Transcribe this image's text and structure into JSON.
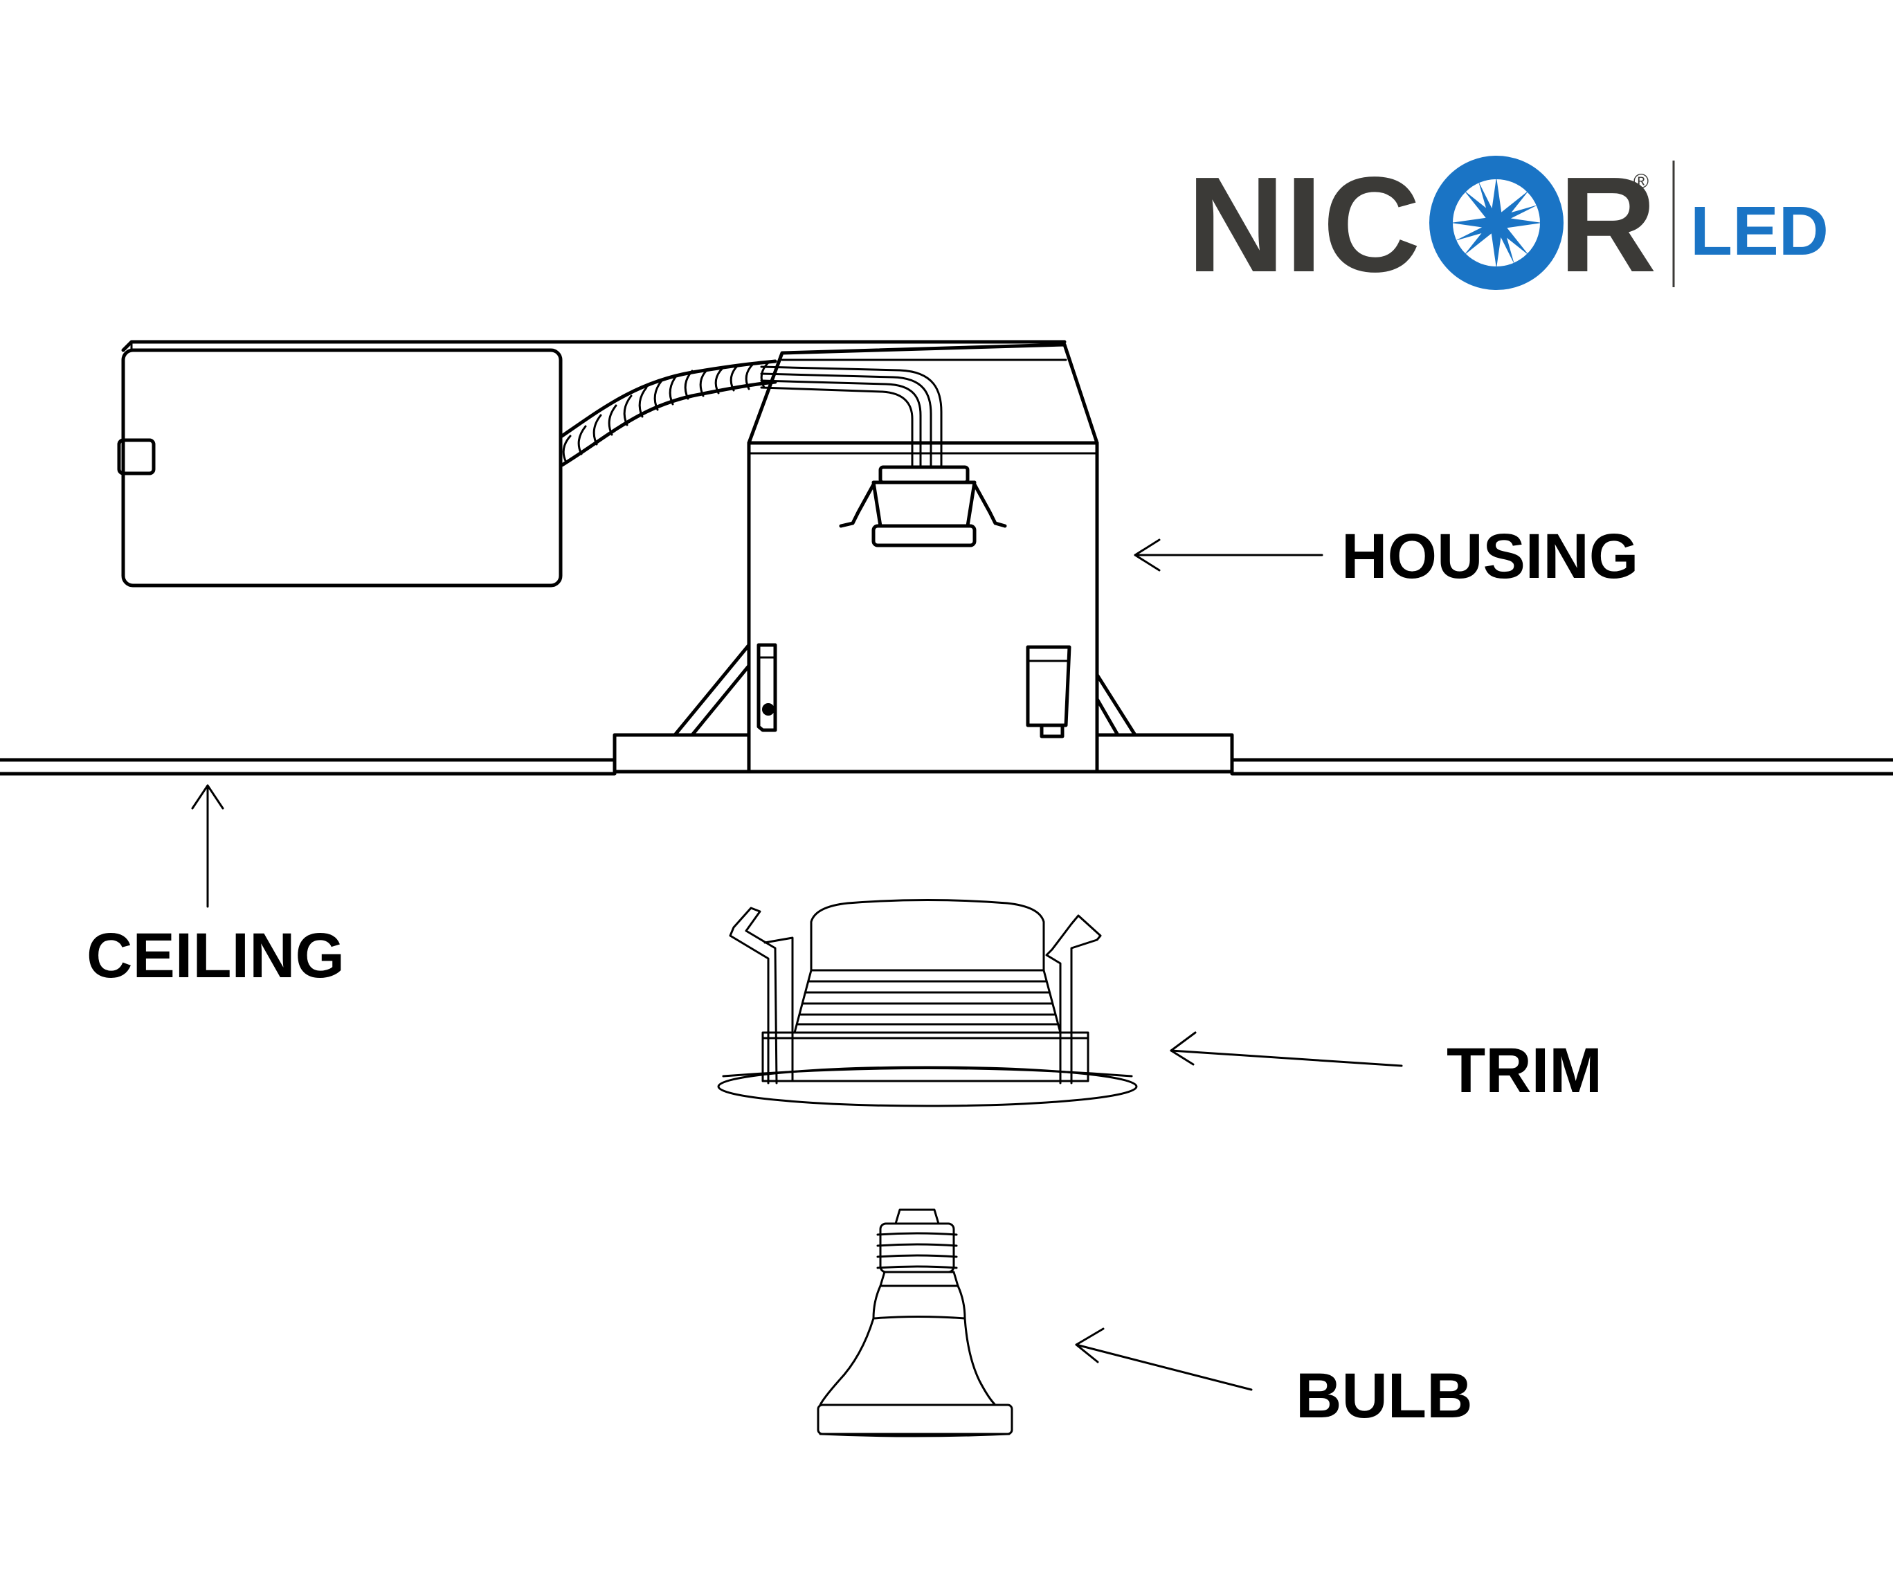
{
  "logo": {
    "text_left": "NIC",
    "text_right": "R",
    "registered": "®",
    "suffix": "LED",
    "brand_gray": "#3b3a37",
    "accent_blue": "#1a74c5"
  },
  "labels": {
    "housing": "HOUSING",
    "ceiling": "CEILING",
    "trim": "TRIM",
    "bulb": "BULB"
  }
}
